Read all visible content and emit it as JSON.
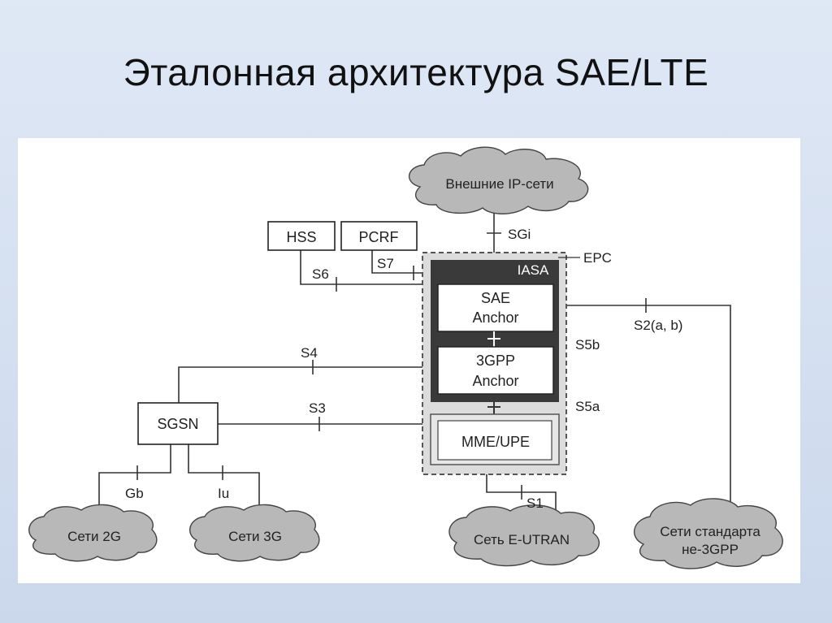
{
  "slide": {
    "title": "Эталонная  архитектура SAE/LTE"
  },
  "diagram": {
    "clouds": {
      "external_ip": "Внешние IP-сети",
      "net_2g": "Сети 2G",
      "net_3g": "Сети 3G",
      "e_utran": "Сеть E-UTRAN",
      "non_3gpp_line1": "Сети стандарта",
      "non_3gpp_line2": "не-3GPP"
    },
    "boxes": {
      "hss": "HSS",
      "pcrf": "PCRF",
      "sgsn": "SGSN",
      "iasa": "IASA",
      "sae_anchor_line1": "SAE",
      "sae_anchor_line2": "Anchor",
      "gpp_anchor_line1": "3GPP",
      "gpp_anchor_line2": "Anchor",
      "mme_upe": "MME/UPE"
    },
    "interfaces": {
      "sgi": "SGi",
      "epc": "EPC",
      "s6": "S6",
      "s7": "S7",
      "s2ab": "S2(a, b)",
      "s5b": "S5b",
      "s4": "S4",
      "s3": "S3",
      "s5a": "S5a",
      "gb": "Gb",
      "iu": "Iu",
      "s1": "S1"
    },
    "colors": {
      "cloud_fill": "#b8b8b8",
      "iasa_fill": "#3a3a3a",
      "epc_fill": "#dcdcdc",
      "line": "#333333"
    }
  }
}
